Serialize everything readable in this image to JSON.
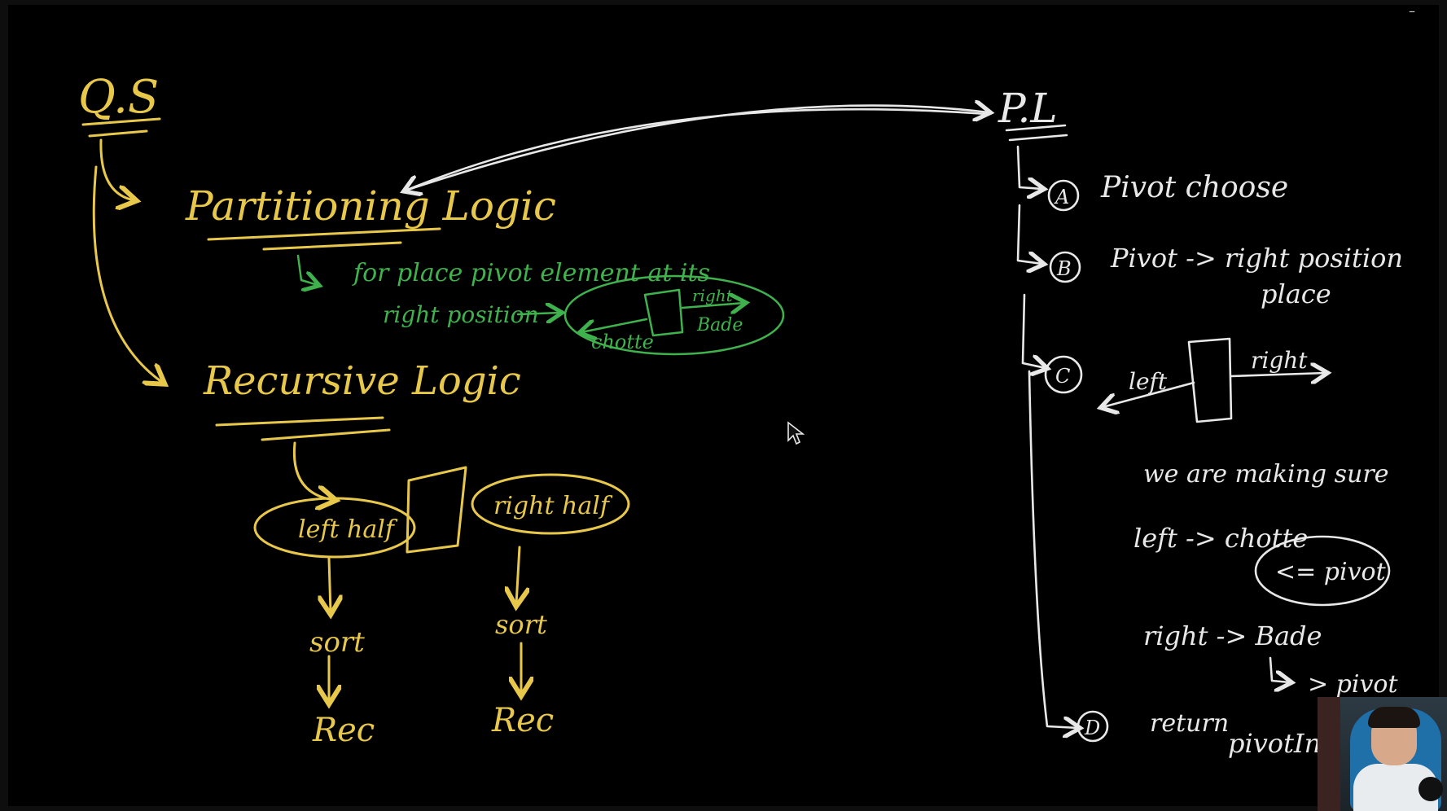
{
  "window": {
    "minimize_glyph": "–"
  },
  "left": {
    "qs_title": "Q.S",
    "partitioning_title": "Partitioning Logic",
    "partition_note_line1": "for place pivot element at its",
    "partition_note_line2": "right position",
    "green_left_label": "chotte",
    "green_right_label_top": "right",
    "green_right_label_bottom": "Bade",
    "recursive_title": "Recursive Logic",
    "left_half": "left half",
    "right_half": "right half",
    "sort_left": "sort",
    "sort_right": "sort",
    "rec_left": "Rec",
    "rec_right": "Rec"
  },
  "right": {
    "pl_title": "P.L",
    "step_a_marker": "A",
    "step_a_text": "Pivot choose",
    "step_b_marker": "B",
    "step_b_text_line1": "Pivot -> right position",
    "step_b_text_line2": "place",
    "step_c_marker": "C",
    "diagram_left": "left",
    "diagram_right": "right",
    "making_sure": "we are making sure",
    "left_arrow_text": "left -> chotte",
    "le_pivot": "<= pivot",
    "right_arrow_text": "right -> Bade",
    "gt_pivot": "> pivot",
    "step_d_marker": "D",
    "step_d_text": "return",
    "pivot_index": "pivotIn"
  },
  "colors": {
    "board": "#0e0e0e",
    "yellow": "#e8c84a",
    "green": "#3fb24d",
    "white": "#e8e8e8"
  },
  "icons": {
    "cursor": "mouse-pointer-icon",
    "minimize": "minimize-icon"
  }
}
